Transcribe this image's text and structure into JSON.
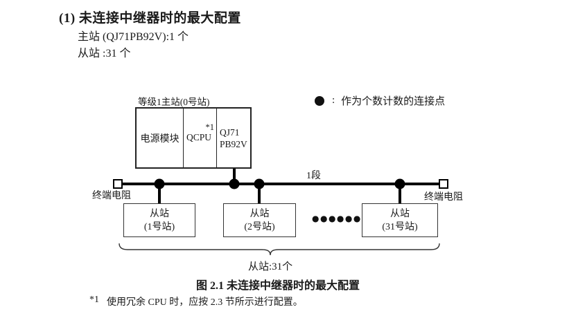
{
  "page": {
    "title": "(1) 未连接中继器时的最大配置",
    "master_line": "主站 (QJ71PB92V):1 个",
    "slave_line": "从站 :31 个",
    "caption": "图 2.1 未连接中继器时的最大配置",
    "footnote_marker": "*1",
    "footnote_text": "使用冗余 CPU 时，应按 2.3 节所示进行配置。"
  },
  "legend": {
    "colon": ":",
    "label": "作为个数计数的连接点"
  },
  "diagram": {
    "master_label": "等级1主站(0号站)",
    "power_module": "电源模块",
    "cpu": "QCPU",
    "cpu_note": "*1",
    "module_line1": "QJ71",
    "module_line2": "PB92V",
    "segment_label": "1段",
    "terminator_left": "终端电阻",
    "terminator_right": "终端电阻",
    "slaves": [
      {
        "name": "从站",
        "station": "(1号站)"
      },
      {
        "name": "从站",
        "station": "(2号站)"
      },
      {
        "name": "从站",
        "station": "(31号站)"
      }
    ],
    "ellipsis": "●●●●●●",
    "brace_label": "从站:31个"
  },
  "colors": {
    "ink": "#1a1a1a",
    "line": "#000000"
  }
}
